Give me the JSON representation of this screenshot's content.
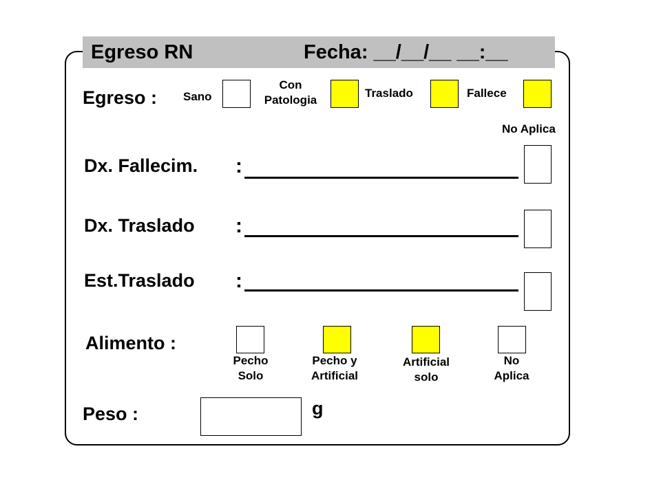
{
  "header": {
    "title": "Egreso RN",
    "date_label": "Fecha: __/__/__ __:__",
    "background": "#c0c0c0"
  },
  "egreso": {
    "label": "Egreso :",
    "options": [
      {
        "label": "Sano",
        "checked_color": "#ffffff"
      },
      {
        "label_line1": "Con",
        "label_line2": "Patologia",
        "checked_color": "#ffff00"
      },
      {
        "label": "Traslado",
        "checked_color": "#ffff00"
      },
      {
        "label": "Fallece",
        "checked_color": "#ffff00"
      }
    ]
  },
  "no_aplica_header": "No Aplica",
  "fields": {
    "dx_fallecim": {
      "label": "Dx. Fallecim.",
      "colon": ":"
    },
    "dx_traslado": {
      "label": "Dx. Traslado",
      "colon": ":"
    },
    "est_traslado": {
      "label": "Est.Traslado",
      "colon": ":"
    }
  },
  "alimento": {
    "label": "Alimento :",
    "options": [
      {
        "line1": "Pecho",
        "line2": "Solo",
        "color": "#ffffff"
      },
      {
        "line1": "Pecho y",
        "line2": "Artificial",
        "color": "#ffff00"
      },
      {
        "line1": "Artificial",
        "line2": "solo",
        "color": "#ffff00"
      },
      {
        "line1": "No",
        "line2": "Aplica",
        "color": "#ffffff"
      }
    ]
  },
  "peso": {
    "label": "Peso :",
    "unit": "g",
    "value": ""
  },
  "colors": {
    "highlight": "#ffff00",
    "header_bg": "#c0c0c0"
  }
}
